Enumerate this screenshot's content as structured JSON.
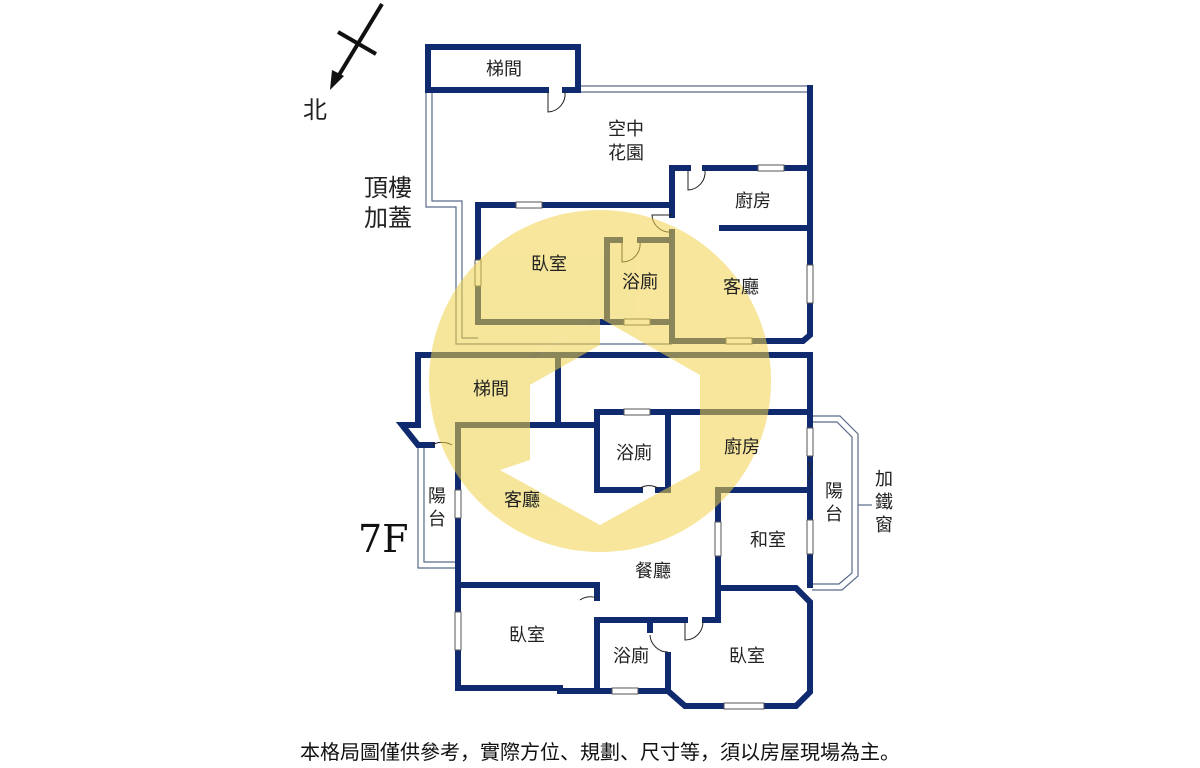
{
  "compass": {
    "north_label": "北"
  },
  "rooftop": {
    "section_label": [
      "頂樓",
      "加蓋"
    ],
    "rooms": {
      "stairs": "梯間",
      "garden": [
        "空中",
        "花園"
      ],
      "kitchen": "廚房",
      "bedroom": "臥室",
      "bathroom": "浴廁",
      "living": "客廳"
    }
  },
  "floor7": {
    "floor_label": "7F",
    "rooms": {
      "stairs": "梯間",
      "bathroom_top": "浴廁",
      "kitchen": "廚房",
      "living": "客廳",
      "balcony_left": [
        "陽",
        "台"
      ],
      "balcony_right": [
        "陽",
        "台"
      ],
      "iron_window": [
        "加",
        "鐵",
        "窗"
      ],
      "japanese_room": "和室",
      "dining": "餐廳",
      "bedroom_left": "臥室",
      "bathroom_bottom": "浴廁",
      "bedroom_right": "臥室"
    }
  },
  "disclaimer": "本格局圖僅供參考，實際方位、規劃、尺寸等，須以房屋現場為主。",
  "colors": {
    "wall": "#0f2a6e",
    "watermark": "#f0d24a"
  }
}
